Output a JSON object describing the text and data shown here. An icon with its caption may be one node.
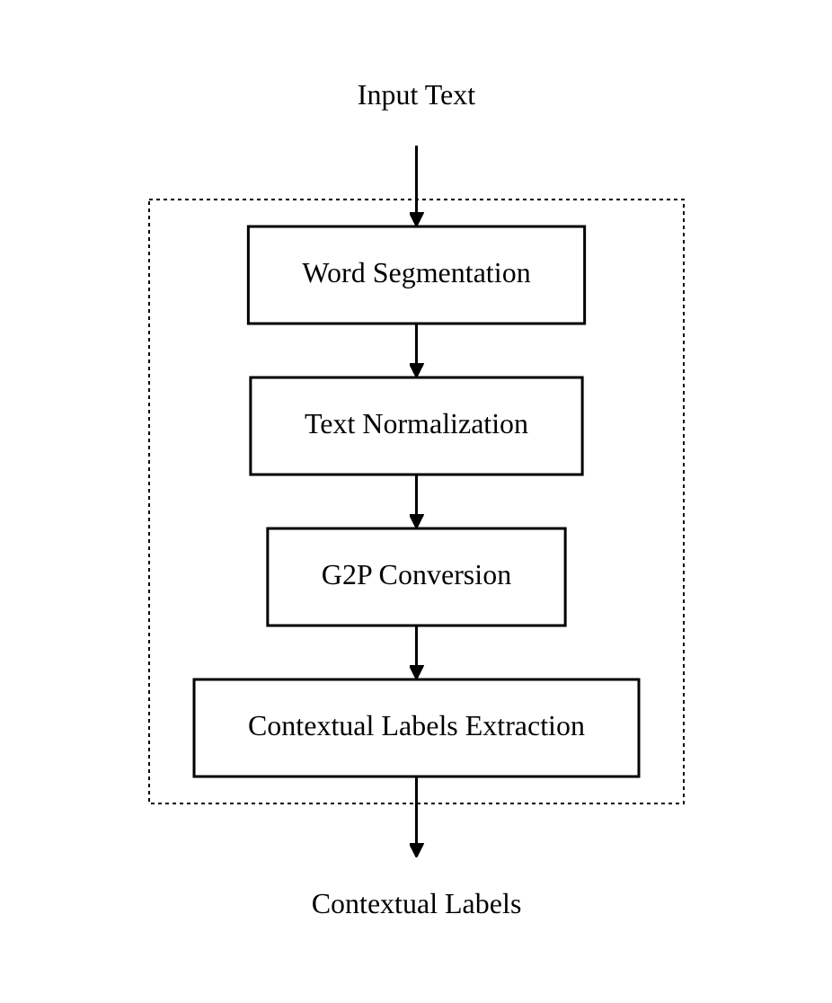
{
  "diagram": {
    "nodes": [
      {
        "text": [
          "Input Text"
        ]
      },
      {
        "text": [],
        "shape": "box"
      },
      {
        "text": [
          "Word Segmentation"
        ],
        "in": 1
      },
      {
        "text": [
          "Text Normalization"
        ],
        "in": 1
      },
      {
        "text": [
          "G2P Conversion"
        ],
        "in": 1
      },
      {
        "text": [
          "Contextual Labels Extraction"
        ],
        "in": 1
      },
      {
        "text": [
          "Contextual Labels"
        ]
      }
    ],
    "edges": [
      {
        "from": 0,
        "to": 2,
        "arrow": "to"
      },
      {
        "from": 2,
        "to": 3,
        "arrow": "to"
      },
      {
        "from": 3,
        "to": 4,
        "arrow": "to"
      },
      {
        "from": 4,
        "to": 5,
        "arrow": "to"
      },
      {
        "from": 5,
        "to": 6,
        "arrow": "to"
      }
    ]
  }
}
